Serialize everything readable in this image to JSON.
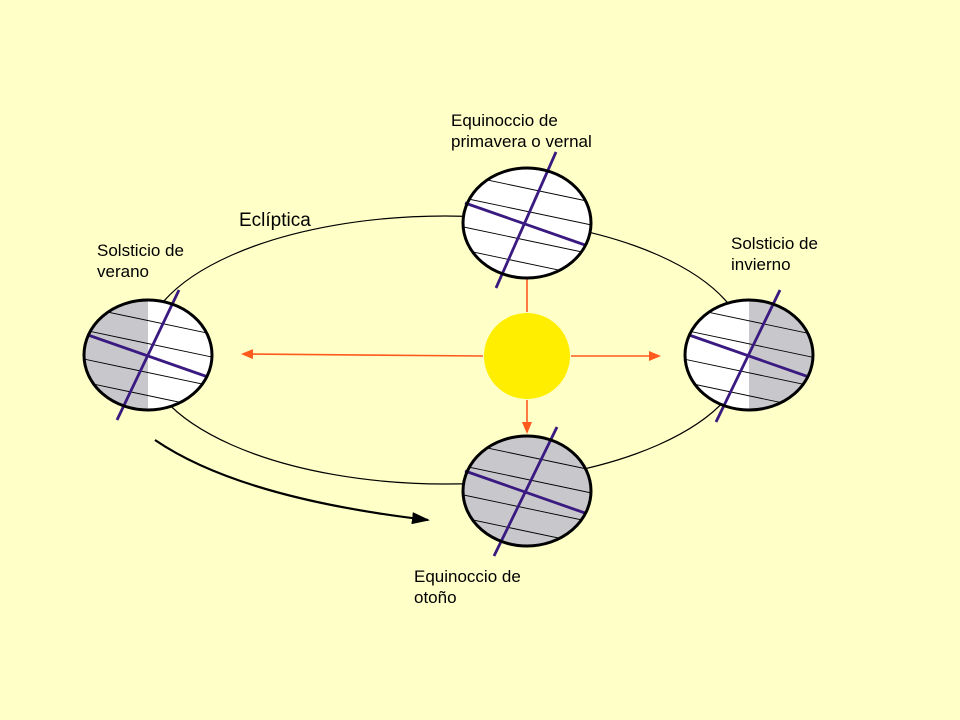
{
  "labels": {
    "ecliptic": "Eclíptica",
    "spring_equinox": [
      "Equinoccio de",
      "primavera o vernal"
    ],
    "summer_solstice": [
      "Solsticio de",
      "verano"
    ],
    "winter_solstice": [
      "Solsticio de",
      "invierno"
    ],
    "autumn_equinox": [
      "Equinoccio de",
      "otoño"
    ]
  },
  "colors": {
    "background": "#ffffc8",
    "sun": "#ffee00",
    "night_shade": "#c8c8cc",
    "axis": "#3a1a80",
    "arrow": "#ff5a1e",
    "outline": "#000000"
  }
}
